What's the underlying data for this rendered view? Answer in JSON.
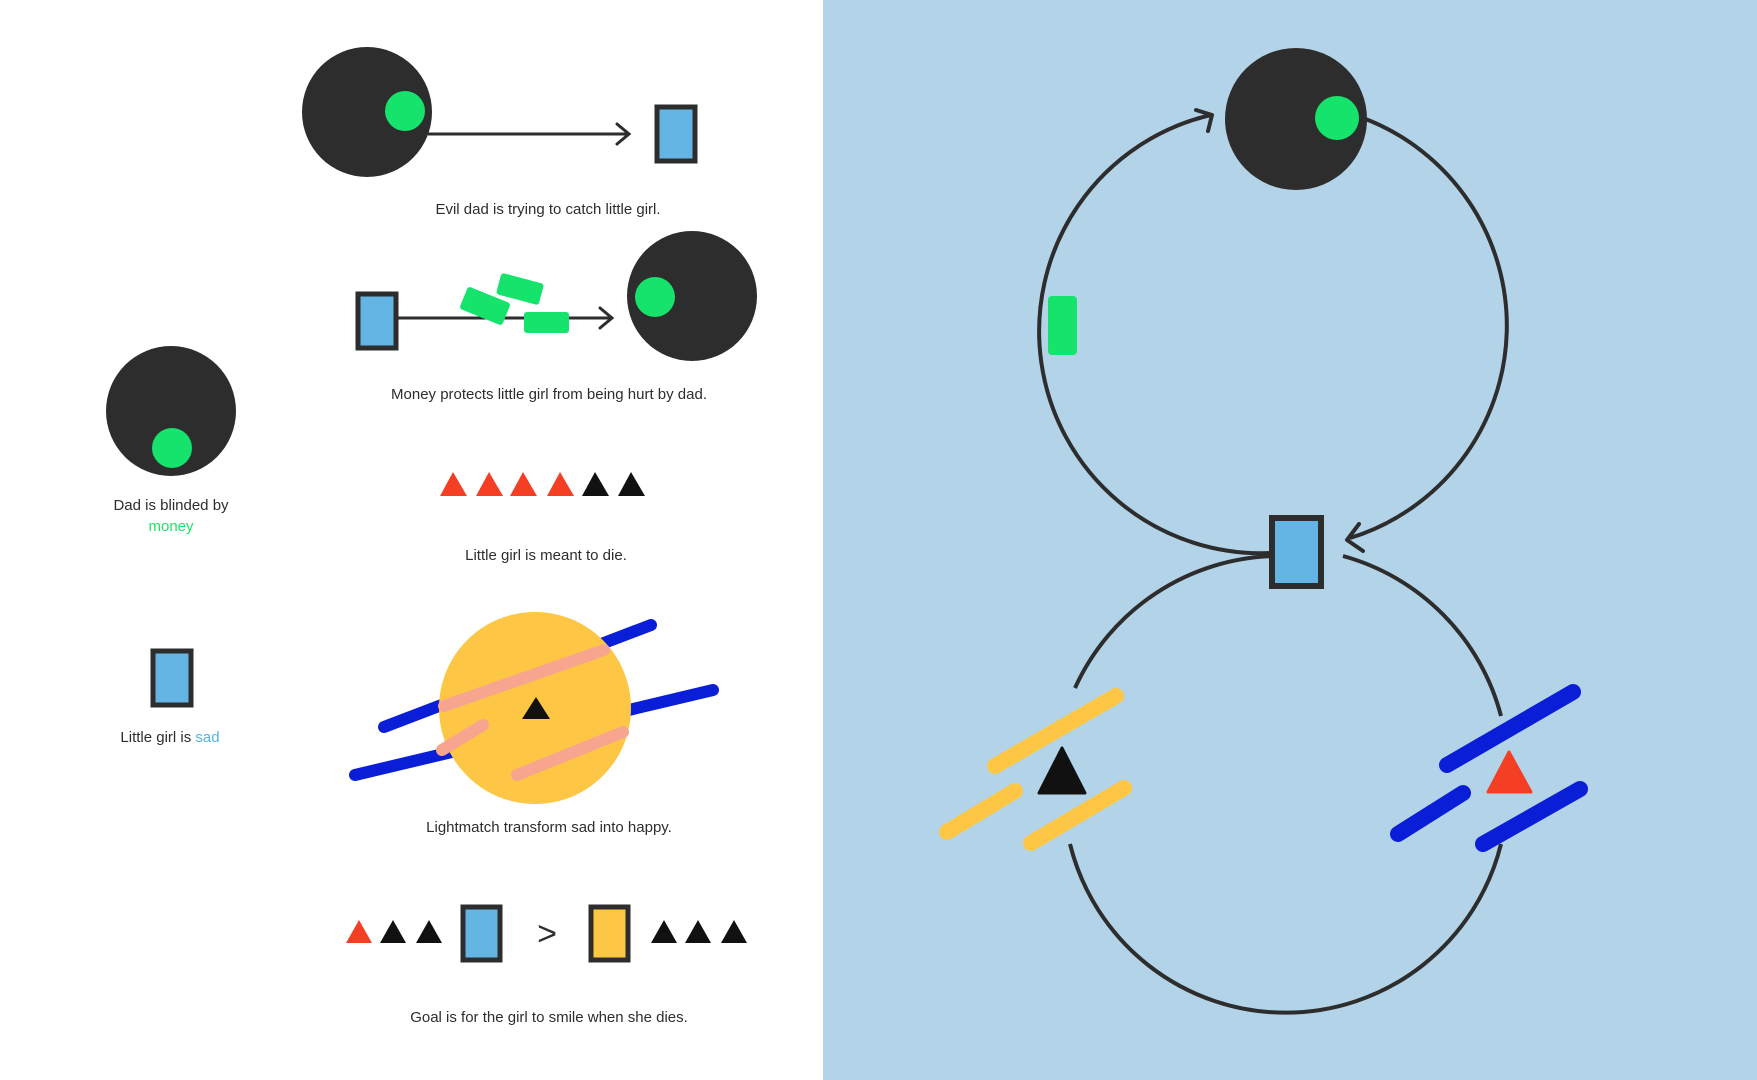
{
  "left_panel": {
    "captions": {
      "evil_dad": "Evil dad is trying to catch little girl.",
      "money_protects": "Money protects little girl from being hurt by dad.",
      "dad_blinded_prefix": "Dad is blinded by",
      "dad_blinded_word": "money",
      "meant_to_die": "Little girl is meant to die.",
      "girl_sad_prefix": "Little girl is",
      "girl_sad_word": "sad",
      "lightmatch": "Lightmatch transform sad into happy.",
      "goal": "Goal is for the girl to smile when she dies."
    },
    "comparison_symbol": ">"
  },
  "colors": {
    "dad_dark": "#2d2d2d",
    "money_green": "#15e36b",
    "girl_blue": "#64b5e4",
    "happy_yellow": "#fdc745",
    "danger_red": "#f43f25",
    "line_blue": "#0a1ed8",
    "pink_stripe": "#f7a58e",
    "background_blue": "#b3d4e8"
  },
  "icons": [
    "dad-circle",
    "money-dot",
    "girl-rectangle",
    "triangle",
    "arrow"
  ]
}
